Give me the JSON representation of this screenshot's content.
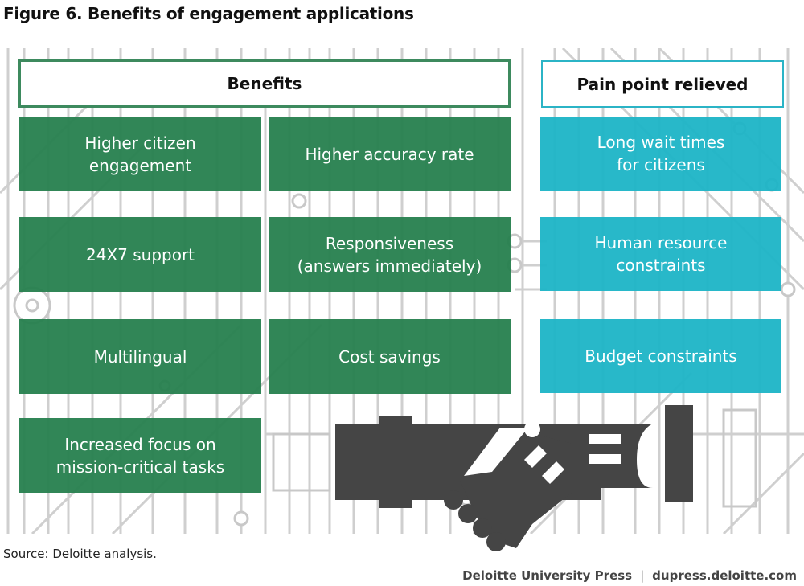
{
  "figure": {
    "title": "Figure 6. Benefits of engagement applications"
  },
  "headers": {
    "benefits": "Benefits",
    "pain_points": "Pain point relieved"
  },
  "benefits": [
    {
      "label": "Higher citizen\nengagement"
    },
    {
      "label": "Higher accuracy rate"
    },
    {
      "label": "24X7 support"
    },
    {
      "label": "Responsiveness\n(answers immediately)"
    },
    {
      "label": "Multilingual"
    },
    {
      "label": "Cost savings"
    },
    {
      "label": "Increased focus on\nmission-critical tasks"
    }
  ],
  "pain_points": [
    {
      "label": "Long wait times\nfor citizens"
    },
    {
      "label": "Human resource\nconstraints"
    },
    {
      "label": "Budget constraints"
    }
  ],
  "colors": {
    "benefit_green": "#26804e",
    "pain_teal": "#1cb4c6",
    "handshake_gray": "#454545",
    "circuit_gray": "#cccccc"
  },
  "footer": {
    "source": "Source: Deloitte analysis.",
    "publisher": "Deloitte University Press",
    "separator": "|",
    "website": "dupress.deloitte.com"
  }
}
